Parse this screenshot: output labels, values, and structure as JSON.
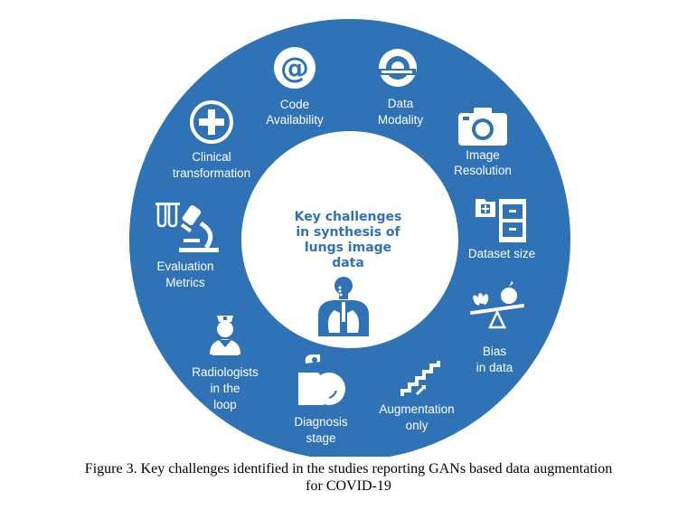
{
  "colors": {
    "ring": "#2f72b5",
    "center": "#ffffff",
    "label": "#ffffff",
    "icon": "#ffffff",
    "center_title": "#2f72b5"
  },
  "center": {
    "title_lines": [
      "Key challenges",
      "in synthesis of",
      "lungs image",
      "data"
    ],
    "icon": "human-lungs-icon"
  },
  "segments": [
    {
      "id": "code",
      "icon": "at-sign-icon",
      "label_lines": [
        "Code",
        "Availability"
      ]
    },
    {
      "id": "modality",
      "icon": "mri-scanner-icon",
      "label_lines": [
        "Data",
        "Modality"
      ]
    },
    {
      "id": "resolution",
      "icon": "camera-icon",
      "label_lines": [
        "Image",
        "Resolution"
      ]
    },
    {
      "id": "dataset",
      "icon": "file-cabinet-icon",
      "label_lines": [
        "Dataset size"
      ]
    },
    {
      "id": "bias",
      "icon": "balance-scale-icon",
      "label_lines": [
        "Bias",
        "in data"
      ]
    },
    {
      "id": "augmentation",
      "icon": "stairs-icon",
      "label_lines": [
        "Augmentation",
        "only"
      ]
    },
    {
      "id": "diagnosis",
      "icon": "patient-scan-icon",
      "label_lines": [
        "Diagnosis",
        "stage"
      ]
    },
    {
      "id": "radiologists",
      "icon": "nurse-icon",
      "label_lines": [
        "Radiologists",
        "in the",
        "loop"
      ]
    },
    {
      "id": "evaluation",
      "icon": "microscope-icon",
      "label_lines": [
        "Evaluation",
        "Metrics"
      ]
    },
    {
      "id": "clinical",
      "icon": "medical-cross-icon",
      "label_lines": [
        "Clinical",
        "transformation"
      ]
    }
  ],
  "caption": {
    "line1": "Figure 3. Key challenges identified in the studies reporting GANs based data augmentation",
    "line2": "for COVID-19"
  }
}
